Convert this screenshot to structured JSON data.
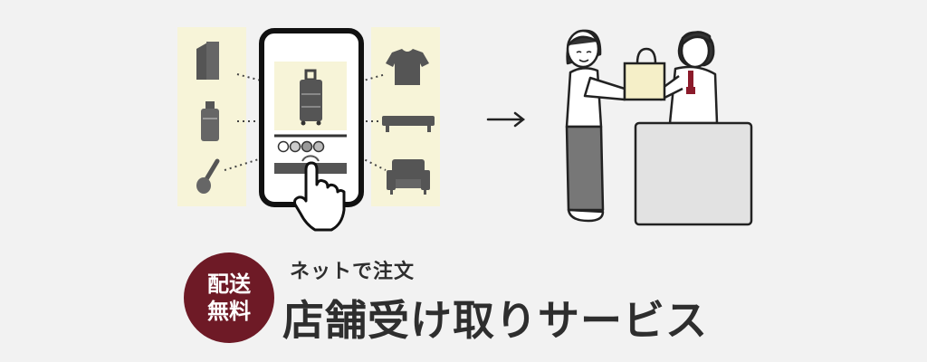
{
  "badge": {
    "line1": "配送",
    "line2": "無料"
  },
  "subtitle": "ネットで注文",
  "title": "店舗受け取りサービス",
  "colors": {
    "background": "#f2f2f2",
    "panel": "#f7f4d8",
    "badge": "#6e1a26",
    "ink": "#2e2e2e",
    "gray": "#666666",
    "counter": "#e2e2e2",
    "bag": "#f5efc8"
  },
  "icons": [
    "file-box-icon",
    "bottle-icon",
    "spoon-icon",
    "suitcase-icon",
    "tshirt-icon",
    "bench-icon",
    "armchair-icon",
    "hand-pointer-icon",
    "arrow-right-icon"
  ]
}
